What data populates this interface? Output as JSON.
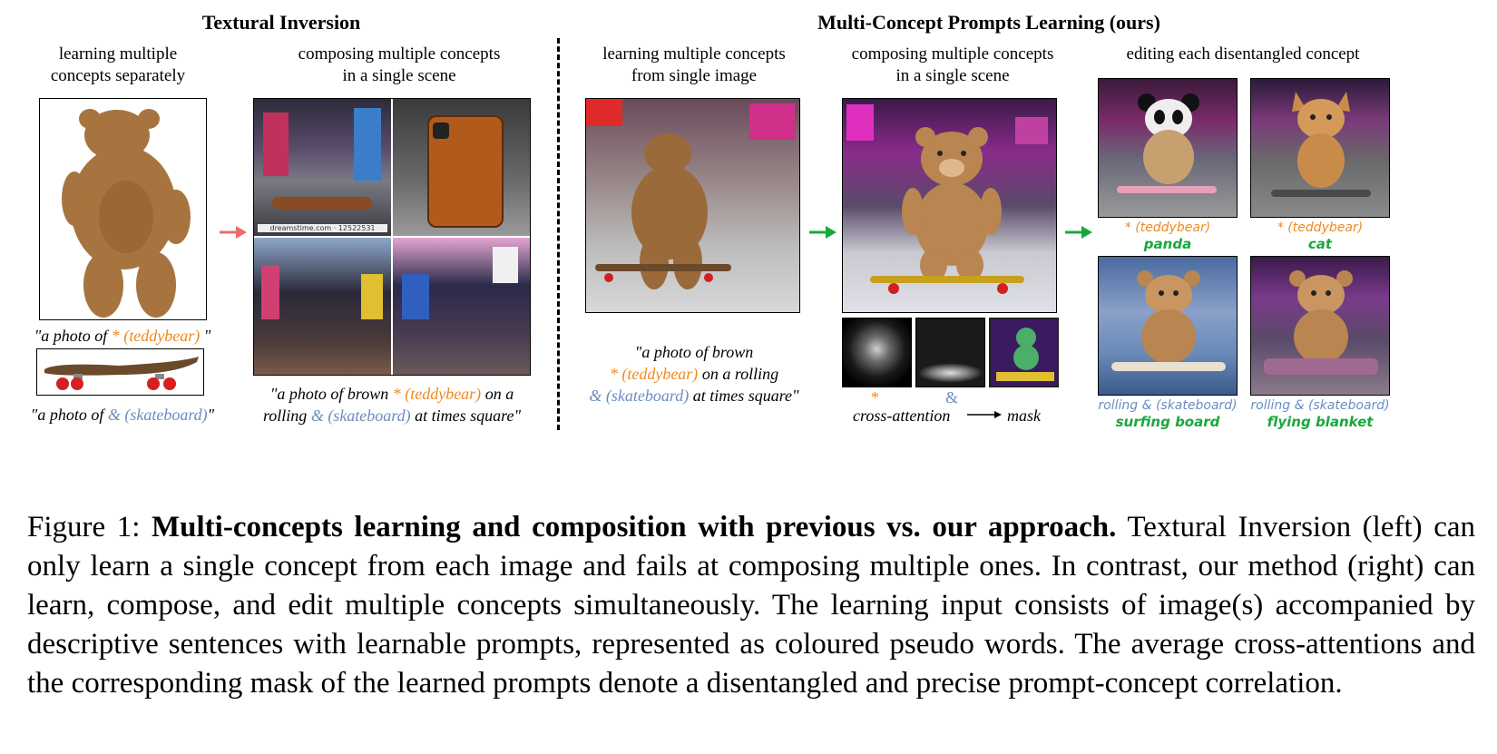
{
  "left": {
    "heading": "Textural Inversion",
    "col1_sub": [
      "learning multiple",
      "concepts separately"
    ],
    "col2_sub": [
      "composing multiple concepts",
      "in a single scene"
    ],
    "prompt1": {
      "pre": "\"a photo of ",
      "token": "* (teddybear)",
      "post": " \""
    },
    "prompt2": {
      "pre": "\"a photo of ",
      "token": "& (skateboard)",
      "post": "\""
    },
    "compose_prompt_l1": {
      "pre": "\"a photo of brown ",
      "token": "* (teddybear)",
      "post": " on a"
    },
    "compose_prompt_l2": {
      "pre": "rolling ",
      "token": "& (skateboard)",
      "post": " at times square\""
    },
    "watermark": "dreamstime.com · 12522531"
  },
  "right": {
    "heading": "Multi-Concept Prompts Learning (ours)",
    "col1_sub": [
      "learning multiple concepts",
      "from single image"
    ],
    "col2_sub": [
      "composing multiple concepts",
      "in a single scene"
    ],
    "col3_sub": "editing each disentangled concept",
    "learn_prompt_l1": "\"a photo of brown",
    "learn_prompt_l2": {
      "token": "* (teddybear)",
      "post": " on a rolling"
    },
    "learn_prompt_l3": {
      "token": "& (skateboard)",
      "post": " at times square\""
    },
    "attn_star": "*",
    "attn_amp": "&",
    "attn_label": "cross-attention",
    "mask_label": "mask",
    "edits": [
      {
        "token": "* (teddybear)",
        "word": "panda"
      },
      {
        "token": "* (teddybear)",
        "word": "cat"
      },
      {
        "token": "rolling & (skateboard)",
        "word": "surfing board"
      },
      {
        "token": "rolling & (skateboard)",
        "word": "flying blanket"
      }
    ]
  },
  "caption": {
    "label": "Figure 1:",
    "title": "Multi-concepts learning and composition with previous vs. our approach.",
    "body": "Textural Inversion (left) can only learn a single concept from each image and fails at composing multiple ones. In contrast, our method (right) can learn, compose, and edit multiple concepts simultaneously. The learning input consists of image(s) accompanied by descriptive sentences with learnable prompts, represented as coloured pseudo words. The average cross-attentions and the corresponding mask of the learned prompts denote a disentangled and precise prompt-concept correlation."
  },
  "colors": {
    "orange": "#F08A1E",
    "blue": "#6B8CC3",
    "green": "#19A83C",
    "arrow_red": "#EE6B6B"
  }
}
